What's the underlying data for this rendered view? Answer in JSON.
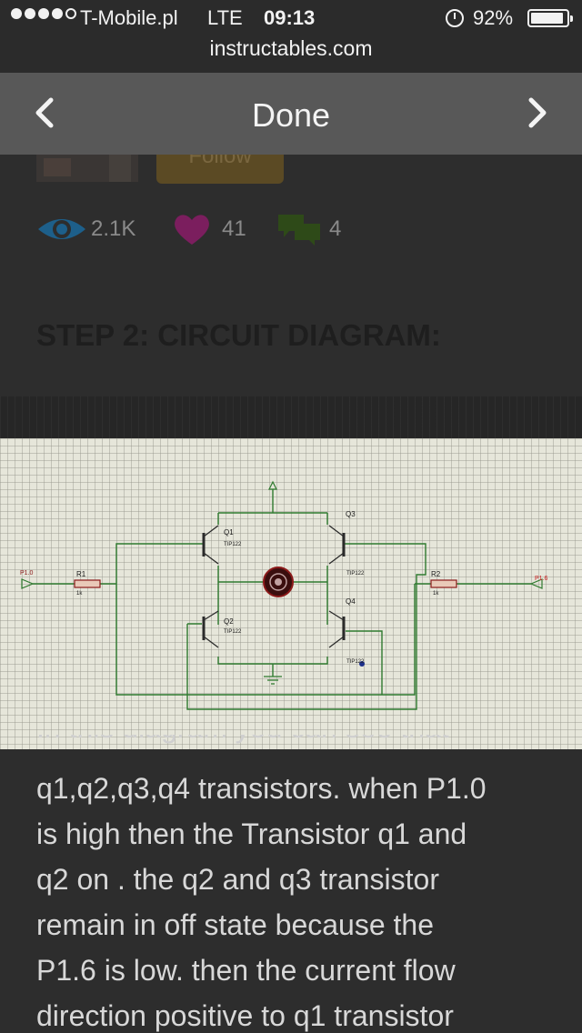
{
  "status_bar": {
    "carrier": "T-Mobile.pl",
    "network": "LTE",
    "time": "09:13",
    "battery": "92%",
    "battery_level": 0.92
  },
  "url": "instructables.com",
  "nav": {
    "title": "Done",
    "back_icon": "chevron-left-icon",
    "forward_icon": "chevron-right-icon"
  },
  "follow_label": "Follow",
  "stats": {
    "views": "2.1K",
    "favorites": "41",
    "comments": "4"
  },
  "step_title": "STEP 2: CIRCUIT DIAGRAM:",
  "diagram_labels": {
    "p10": "P1.0",
    "p16": "P1.6",
    "r1": "R1",
    "r1_value": "1k",
    "r2": "R2",
    "r2_value": "1k",
    "q1": "Q1",
    "q1_type": "TIP122",
    "q2": "Q2",
    "q2_type": "TIP122",
    "q3": "Q3",
    "q3_type": "TIP122",
    "q4": "Q4",
    "q4_type": "TIP122"
  },
  "cut_line": "In this diagram you can see that",
  "body_lines": [
    "q1,q2,q3,q4 transistors. when P1.0",
    "is high then the Transistor q1 and",
    "q2 on . the q2 and q3 transistor",
    "remain in off state because the",
    "P1.6 is low. then the current flow",
    "direction positive to q1 transistor"
  ],
  "colors": {
    "navbar": "#585858",
    "wire": "#2f7a2f",
    "component": "#8b1a1a",
    "heart": "#7b1e5e",
    "eye": "#1d5f8a",
    "comment": "#2e4a18"
  }
}
